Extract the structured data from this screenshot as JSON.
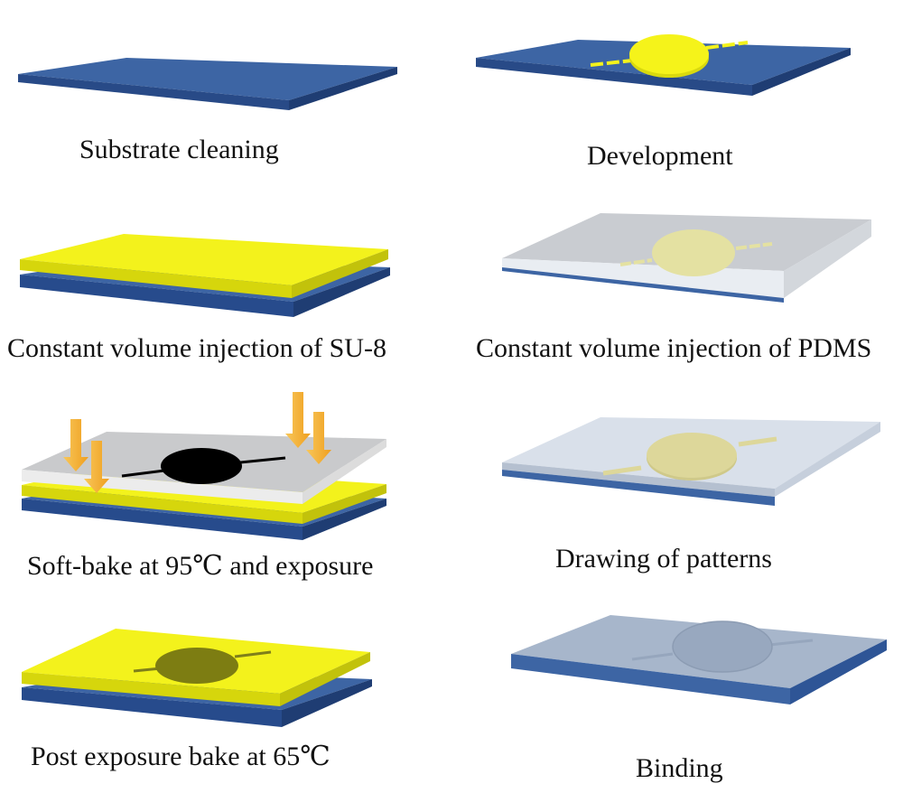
{
  "steps": {
    "s1": "Substrate cleaning",
    "s2": "Constant volume injection of SU-8",
    "s3": "Soft-bake at 95℃ and exposure",
    "s4": "Post exposure bake at 65℃",
    "s5": "Development",
    "s6": "Constant volume injection of PDMS",
    "s7": "Drawing of patterns",
    "s8": "Binding"
  },
  "colors": {
    "substrate_top": "#3d65a4",
    "substrate_side": "#284a87",
    "su8_yellow": "#f3f21c",
    "su8_side": "#d6d60c",
    "mask_gray": "#c9cacc",
    "mask_side": "#ececec",
    "exposure_arrow": "#f5b52a",
    "pattern_black": "#000000",
    "pattern_dark": "#7d7d12",
    "pdms_gray": "#c8ccd2",
    "pdms_light": "#d9e0ea",
    "pattern_ghost": "#e4e1a2",
    "pattern_tan": "#ddd79a",
    "bonded_blue": "#a7b6cb"
  }
}
